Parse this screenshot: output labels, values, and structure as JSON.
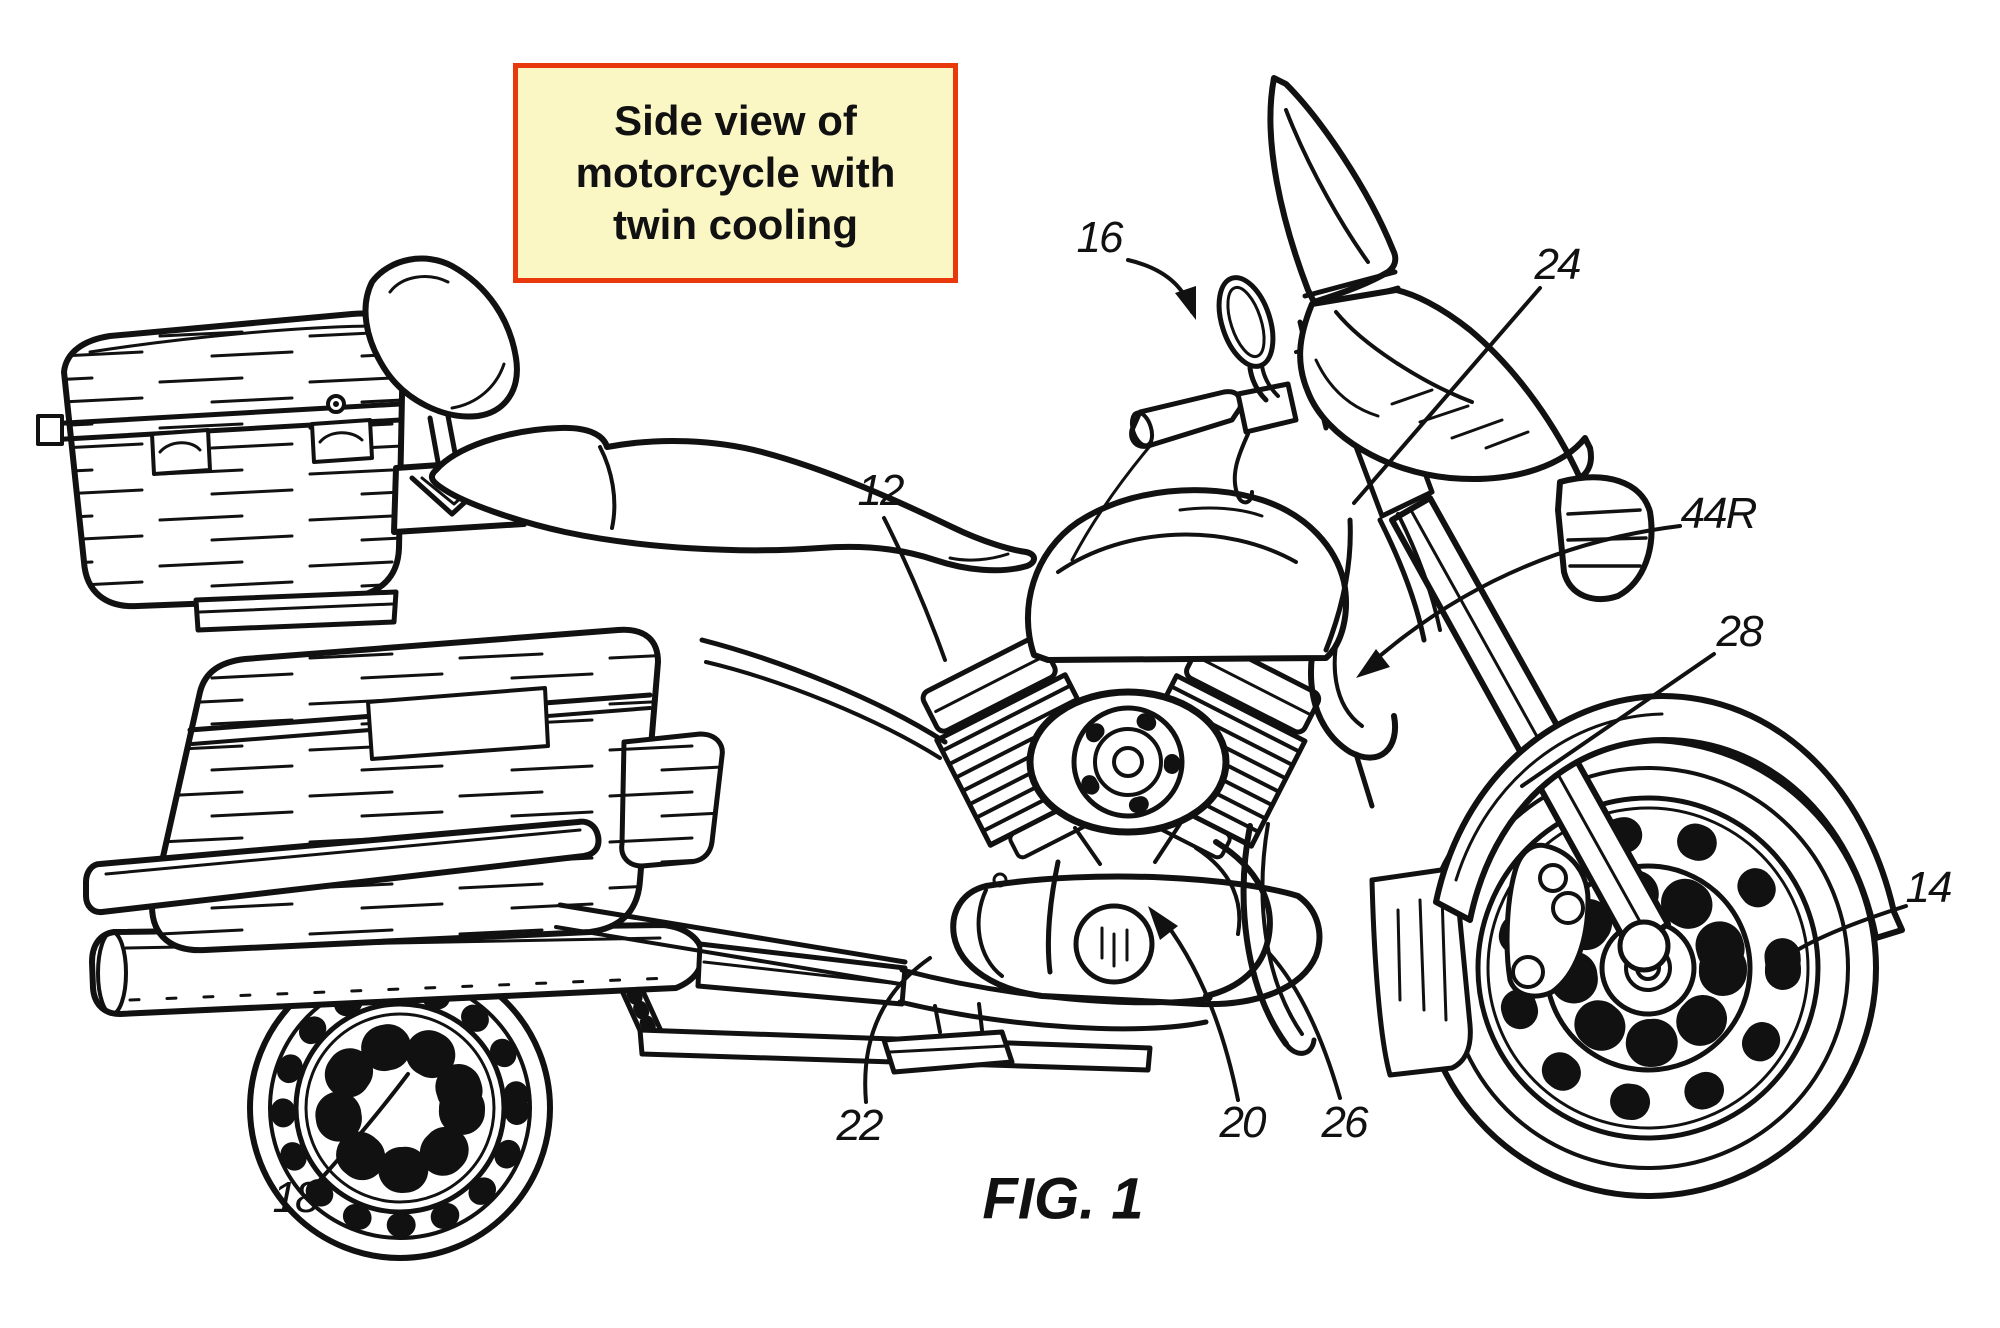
{
  "figure": {
    "caption": "FIG. 1",
    "annotation": {
      "lines": [
        "Side view of",
        "motorcycle with",
        "twin cooling"
      ],
      "bg_color": "#FBF7C5",
      "border_color": "#E8380C",
      "text_color": "#111111"
    },
    "colors": {
      "line": "#111111",
      "background": "#FFFFFF"
    },
    "reference_labels": [
      {
        "ref": "12",
        "text": "12"
      },
      {
        "ref": "14",
        "text": "14"
      },
      {
        "ref": "16",
        "text": "16"
      },
      {
        "ref": "18",
        "text": "18"
      },
      {
        "ref": "20",
        "text": "20"
      },
      {
        "ref": "22",
        "text": "22"
      },
      {
        "ref": "24",
        "text": "24"
      },
      {
        "ref": "26",
        "text": "26"
      },
      {
        "ref": "28",
        "text": "28"
      },
      {
        "ref": "44R",
        "text": "44R"
      }
    ]
  }
}
